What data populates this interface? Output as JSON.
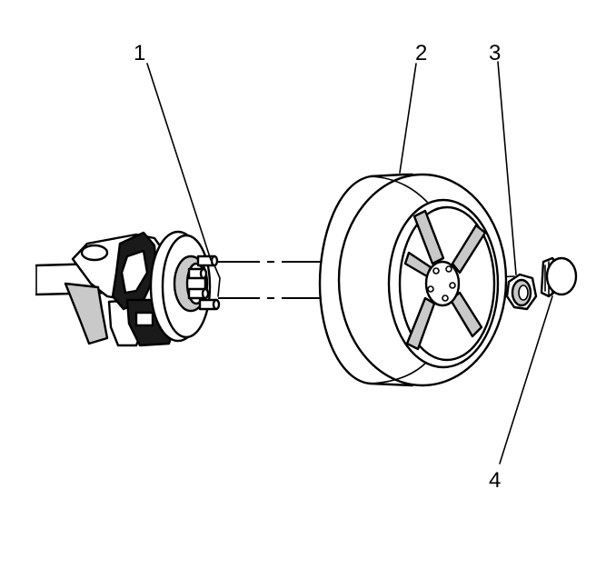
{
  "callouts": [
    {
      "id": "1",
      "label": "1"
    },
    {
      "id": "2",
      "label": "2"
    },
    {
      "id": "3",
      "label": "3"
    },
    {
      "id": "4",
      "label": "4"
    }
  ],
  "colors": {
    "line": "#000000",
    "background": "#ffffff",
    "shade_light": "#c9c9c9",
    "shade_dark": "#8c8c8c"
  }
}
